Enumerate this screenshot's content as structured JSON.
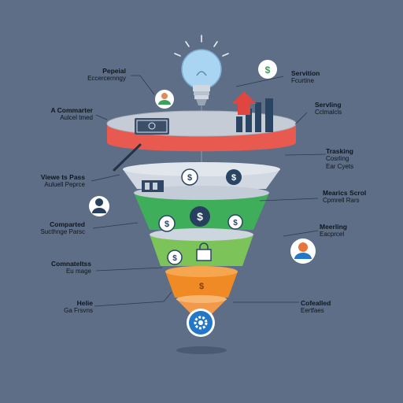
{
  "colors": {
    "background": "#5d6e86",
    "red_band": "#e85a4f",
    "green_dark": "#3fae5a",
    "green_light": "#7cc35a",
    "orange": "#f08a24",
    "orange_light": "#f7a650",
    "blue_icon": "#2277c8",
    "navy": "#27405e"
  },
  "labels_left": [
    {
      "title": "Pepeial",
      "sub": "Eccercernngy"
    },
    {
      "title": "A Commarter",
      "sub": "Aulcel tmed"
    },
    {
      "title": "Viewe ts Pass",
      "sub": "Auluell Peprce"
    },
    {
      "title": "Comparted",
      "sub": "Sucthnge Parsc"
    },
    {
      "title": "Comnateltss",
      "sub": "Eu mage"
    },
    {
      "title": "Helie",
      "sub": "Ga Frsvns"
    }
  ],
  "labels_right": [
    {
      "title": "Servition",
      "sub": "Fcurtine"
    },
    {
      "title": "Servling",
      "sub": "Cclmalcls"
    },
    {
      "title": "Trasking",
      "sub": "Cosrling\nEar Cyets"
    },
    {
      "title": "Mearics Scrol",
      "sub": "Cpmrell Rars"
    },
    {
      "title": "Meerling",
      "sub": "Eacprcel"
    },
    {
      "title": "Cofealled",
      "sub": "Eertfaes"
    }
  ],
  "icons": {
    "lightbulb": "lightbulb-icon",
    "gear": "gear-icon",
    "dollar": "dollar-icon",
    "person": "person-icon",
    "chart": "bar-chart-icon",
    "arrow": "arrow-up-icon",
    "lock": "lock-icon",
    "cash": "cash-icon"
  },
  "funnel_symbols": {
    "dollar": "$"
  }
}
